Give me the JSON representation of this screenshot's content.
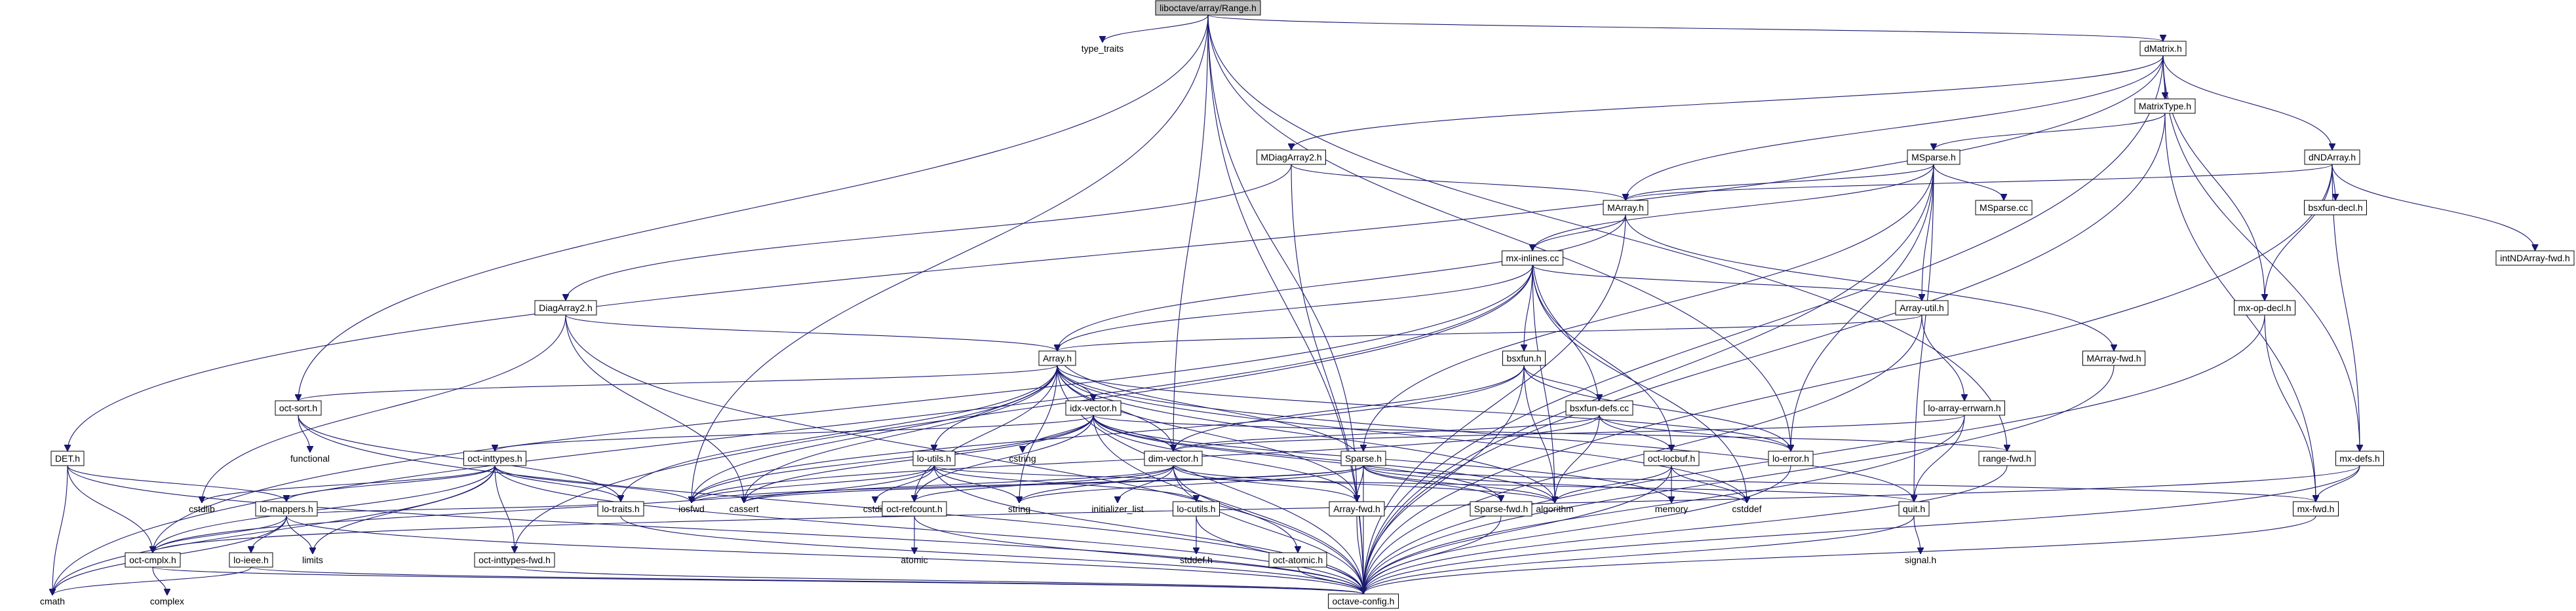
{
  "graph": {
    "root": "liboctave/array/Range.h",
    "colors": {
      "edge": "#191970",
      "box_border": "#000000",
      "root_fill": "#bfbfbf",
      "box_fill": "#ffffff"
    },
    "nodes": [
      {
        "id": "range_h",
        "label": "liboctave/array/Range.h",
        "boxed": true,
        "root": true
      },
      {
        "id": "type_traits",
        "label": "type_traits",
        "boxed": false
      },
      {
        "id": "dmatrix_h",
        "label": "dMatrix.h",
        "boxed": true
      },
      {
        "id": "matrixtype_h",
        "label": "MatrixType.h",
        "boxed": true
      },
      {
        "id": "mdiagarray2_h",
        "label": "MDiagArray2.h",
        "boxed": true
      },
      {
        "id": "msparse_h",
        "label": "MSparse.h",
        "boxed": true
      },
      {
        "id": "dndarray_h",
        "label": "dNDArray.h",
        "boxed": true
      },
      {
        "id": "marray_h",
        "label": "MArray.h",
        "boxed": true
      },
      {
        "id": "msparse_cc",
        "label": "MSparse.cc",
        "boxed": true
      },
      {
        "id": "bsxfun_decl_h",
        "label": "bsxfun-decl.h",
        "boxed": true
      },
      {
        "id": "mx_inlines_cc",
        "label": "mx-inlines.cc",
        "boxed": true
      },
      {
        "id": "intndarray_fwd_h",
        "label": "intNDArray-fwd.h",
        "boxed": true
      },
      {
        "id": "diagarray2_h",
        "label": "DiagArray2.h",
        "boxed": true
      },
      {
        "id": "array_util_h",
        "label": "Array-util.h",
        "boxed": true
      },
      {
        "id": "mx_op_decl_h",
        "label": "mx-op-decl.h",
        "boxed": true
      },
      {
        "id": "array_h",
        "label": "Array.h",
        "boxed": true
      },
      {
        "id": "bsxfun_h",
        "label": "bsxfun.h",
        "boxed": true
      },
      {
        "id": "marray_fwd_h",
        "label": "MArray-fwd.h",
        "boxed": true
      },
      {
        "id": "oct_sort_h",
        "label": "oct-sort.h",
        "boxed": true
      },
      {
        "id": "idx_vector_h",
        "label": "idx-vector.h",
        "boxed": true
      },
      {
        "id": "bsxfun_defs_cc",
        "label": "bsxfun-defs.cc",
        "boxed": true
      },
      {
        "id": "lo_array_errwarn_h",
        "label": "lo-array-errwarn.h",
        "boxed": true
      },
      {
        "id": "functional",
        "label": "functional",
        "boxed": false
      },
      {
        "id": "cstring",
        "label": "cstring",
        "boxed": false
      },
      {
        "id": "det_h",
        "label": "DET.h",
        "boxed": true
      },
      {
        "id": "oct_inttypes_h",
        "label": "oct-inttypes.h",
        "boxed": true
      },
      {
        "id": "lo_utils_h",
        "label": "lo-utils.h",
        "boxed": true
      },
      {
        "id": "dim_vector_h",
        "label": "dim-vector.h",
        "boxed": true
      },
      {
        "id": "sparse_h",
        "label": "Sparse.h",
        "boxed": true
      },
      {
        "id": "oct_locbuf_h",
        "label": "oct-locbuf.h",
        "boxed": true
      },
      {
        "id": "lo_error_h",
        "label": "lo-error.h",
        "boxed": true
      },
      {
        "id": "range_fwd_h",
        "label": "range-fwd.h",
        "boxed": true
      },
      {
        "id": "mx_defs_h",
        "label": "mx-defs.h",
        "boxed": true
      },
      {
        "id": "lo_mappers_h",
        "label": "lo-mappers.h",
        "boxed": true
      },
      {
        "id": "lo_traits_h",
        "label": "lo-traits.h",
        "boxed": true
      },
      {
        "id": "iosfwd",
        "label": "iosfwd",
        "boxed": false
      },
      {
        "id": "cassert",
        "label": "cassert",
        "boxed": false
      },
      {
        "id": "cstdio",
        "label": "cstdio",
        "boxed": false
      },
      {
        "id": "string",
        "label": "string",
        "boxed": false
      },
      {
        "id": "initializer_list",
        "label": "initializer_list",
        "boxed": false
      },
      {
        "id": "algorithm",
        "label": "algorithm",
        "boxed": false
      },
      {
        "id": "memory",
        "label": "memory",
        "boxed": false
      },
      {
        "id": "cstddef",
        "label": "cstddef",
        "boxed": false
      },
      {
        "id": "cstdlib",
        "label": "cstdlib",
        "boxed": false
      },
      {
        "id": "limits",
        "label": "limits",
        "boxed": false
      },
      {
        "id": "oct_refcount_h",
        "label": "oct-refcount.h",
        "boxed": true
      },
      {
        "id": "lo_cutils_h",
        "label": "lo-cutils.h",
        "boxed": true
      },
      {
        "id": "array_fwd_h",
        "label": "Array-fwd.h",
        "boxed": true
      },
      {
        "id": "sparse_fwd_h",
        "label": "Sparse-fwd.h",
        "boxed": true
      },
      {
        "id": "quit_h",
        "label": "quit.h",
        "boxed": true
      },
      {
        "id": "mx_fwd_h",
        "label": "mx-fwd.h",
        "boxed": true
      },
      {
        "id": "oct_cmplx_h",
        "label": "oct-cmplx.h",
        "boxed": true
      },
      {
        "id": "lo_ieee_h",
        "label": "lo-ieee.h",
        "boxed": true
      },
      {
        "id": "oct_inttypes_fwd_h",
        "label": "oct-inttypes-fwd.h",
        "boxed": true
      },
      {
        "id": "atomic",
        "label": "atomic",
        "boxed": false
      },
      {
        "id": "stddef_h",
        "label": "stddef.h",
        "boxed": false
      },
      {
        "id": "oct_atomic_h",
        "label": "oct-atomic.h",
        "boxed": true
      },
      {
        "id": "signal_h",
        "label": "signal.h",
        "boxed": false
      },
      {
        "id": "cmath",
        "label": "cmath",
        "boxed": false
      },
      {
        "id": "complex",
        "label": "complex",
        "boxed": false
      },
      {
        "id": "octave_config_h",
        "label": "octave-config.h",
        "boxed": true
      }
    ],
    "edges": [
      [
        "range_h",
        "type_traits"
      ],
      [
        "range_h",
        "dmatrix_h"
      ],
      [
        "range_h",
        "octave_config_h"
      ],
      [
        "range_h",
        "oct_sort_h"
      ],
      [
        "range_h",
        "iosfwd"
      ],
      [
        "range_h",
        "array_fwd_h"
      ],
      [
        "range_h",
        "dim_vector_h"
      ],
      [
        "range_h",
        "lo_error_h"
      ],
      [
        "range_h",
        "range_fwd_h"
      ],
      [
        "dmatrix_h",
        "matrixtype_h"
      ],
      [
        "dmatrix_h",
        "mdiagarray2_h"
      ],
      [
        "dmatrix_h",
        "dndarray_h"
      ],
      [
        "dmatrix_h",
        "marray_h"
      ],
      [
        "dmatrix_h",
        "mx_op_decl_h"
      ],
      [
        "dmatrix_h",
        "mx_defs_h"
      ],
      [
        "dmatrix_h",
        "det_h"
      ],
      [
        "dmatrix_h",
        "octave_config_h"
      ],
      [
        "matrixtype_h",
        "msparse_h"
      ],
      [
        "matrixtype_h",
        "mx_fwd_h"
      ],
      [
        "matrixtype_h",
        "octave_config_h"
      ],
      [
        "mdiagarray2_h",
        "diagarray2_h"
      ],
      [
        "mdiagarray2_h",
        "marray_h"
      ],
      [
        "mdiagarray2_h",
        "octave_config_h"
      ],
      [
        "msparse_h",
        "marray_h"
      ],
      [
        "msparse_h",
        "msparse_cc"
      ],
      [
        "msparse_h",
        "sparse_h"
      ],
      [
        "msparse_h",
        "array_util_h"
      ],
      [
        "msparse_h",
        "mx_inlines_cc"
      ],
      [
        "msparse_h",
        "quit_h"
      ],
      [
        "msparse_h",
        "lo_error_h"
      ],
      [
        "msparse_h",
        "octave_config_h"
      ],
      [
        "dndarray_h",
        "marray_h"
      ],
      [
        "dndarray_h",
        "bsxfun_decl_h"
      ],
      [
        "dndarray_h",
        "intndarray_fwd_h"
      ],
      [
        "dndarray_h",
        "mx_op_decl_h"
      ],
      [
        "dndarray_h",
        "mx_defs_h"
      ],
      [
        "dndarray_h",
        "octave_config_h"
      ],
      [
        "marray_h",
        "array_h"
      ],
      [
        "marray_h",
        "mx_inlines_cc"
      ],
      [
        "marray_h",
        "marray_fwd_h"
      ],
      [
        "marray_h",
        "octave_config_h"
      ],
      [
        "mx_inlines_cc",
        "array_util_h"
      ],
      [
        "mx_inlines_cc",
        "array_h"
      ],
      [
        "mx_inlines_cc",
        "bsxfun_h"
      ],
      [
        "mx_inlines_cc",
        "oct_locbuf_h"
      ],
      [
        "mx_inlines_cc",
        "oct_inttypes_fwd_h"
      ],
      [
        "mx_inlines_cc",
        "oct_cmplx_h"
      ],
      [
        "mx_inlines_cc",
        "cmath"
      ],
      [
        "mx_inlines_cc",
        "algorithm"
      ],
      [
        "mx_inlines_cc",
        "cstddef"
      ],
      [
        "diagarray2_h",
        "array_h"
      ],
      [
        "diagarray2_h",
        "cassert"
      ],
      [
        "diagarray2_h",
        "cstdlib"
      ],
      [
        "diagarray2_h",
        "octave_config_h"
      ],
      [
        "array_util_h",
        "array_h"
      ],
      [
        "array_util_h",
        "lo_array_errwarn_h"
      ],
      [
        "array_util_h",
        "octave_config_h"
      ],
      [
        "mx_op_decl_h",
        "mx_fwd_h"
      ],
      [
        "mx_op_decl_h",
        "octave_config_h"
      ],
      [
        "array_h",
        "oct_sort_h"
      ],
      [
        "array_h",
        "idx_vector_h"
      ],
      [
        "array_h",
        "dim_vector_h"
      ],
      [
        "array_h",
        "lo_traits_h"
      ],
      [
        "array_h",
        "lo_utils_h"
      ],
      [
        "array_h",
        "oct_refcount_h"
      ],
      [
        "array_h",
        "array_fwd_h"
      ],
      [
        "array_h",
        "lo_error_h"
      ],
      [
        "array_h",
        "quit_h"
      ],
      [
        "array_h",
        "iosfwd"
      ],
      [
        "array_h",
        "cassert"
      ],
      [
        "array_h",
        "string"
      ],
      [
        "array_h",
        "algorithm"
      ],
      [
        "array_h",
        "cstddef"
      ],
      [
        "array_h",
        "octave_config_h"
      ],
      [
        "bsxfun_h",
        "bsxfun_defs_cc"
      ],
      [
        "bsxfun_h",
        "dim_vector_h"
      ],
      [
        "bsxfun_h",
        "lo_error_h"
      ],
      [
        "bsxfun_h",
        "algorithm"
      ],
      [
        "bsxfun_h",
        "iosfwd"
      ],
      [
        "bsxfun_h",
        "octave_config_h"
      ],
      [
        "bsxfun_defs_cc",
        "mx_inlines_cc"
      ],
      [
        "bsxfun_defs_cc",
        "oct_locbuf_h"
      ],
      [
        "bsxfun_defs_cc",
        "dim_vector_h"
      ],
      [
        "bsxfun_defs_cc",
        "lo_error_h"
      ],
      [
        "bsxfun_defs_cc",
        "algorithm"
      ],
      [
        "bsxfun_defs_cc",
        "iosfwd"
      ],
      [
        "marray_fwd_h",
        "octave_config_h"
      ],
      [
        "oct_sort_h",
        "functional"
      ],
      [
        "oct_sort_h",
        "lo_traits_h"
      ],
      [
        "oct_sort_h",
        "octave_config_h"
      ],
      [
        "idx_vector_h",
        "cstring"
      ],
      [
        "idx_vector_h",
        "dim_vector_h"
      ],
      [
        "idx_vector_h",
        "oct_inttypes_h"
      ],
      [
        "idx_vector_h",
        "oct_refcount_h"
      ],
      [
        "idx_vector_h",
        "sparse_fwd_h"
      ],
      [
        "idx_vector_h",
        "range_fwd_h"
      ],
      [
        "idx_vector_h",
        "array_fwd_h"
      ],
      [
        "idx_vector_h",
        "cassert"
      ],
      [
        "idx_vector_h",
        "algorithm"
      ],
      [
        "idx_vector_h",
        "iosfwd"
      ],
      [
        "idx_vector_h",
        "memory"
      ],
      [
        "idx_vector_h",
        "octave_config_h"
      ],
      [
        "lo_array_errwarn_h",
        "dim_vector_h"
      ],
      [
        "lo_array_errwarn_h",
        "quit_h"
      ],
      [
        "lo_array_errwarn_h",
        "octave_config_h"
      ],
      [
        "det_h",
        "oct_cmplx_h"
      ],
      [
        "det_h",
        "lo_mappers_h"
      ],
      [
        "det_h",
        "cmath"
      ],
      [
        "det_h",
        "octave_config_h"
      ],
      [
        "oct_inttypes_h",
        "lo_mappers_h"
      ],
      [
        "oct_inttypes_h",
        "lo_traits_h"
      ],
      [
        "oct_inttypes_h",
        "oct_inttypes_fwd_h"
      ],
      [
        "oct_inttypes_h",
        "cstdlib"
      ],
      [
        "oct_inttypes_h",
        "cmath"
      ],
      [
        "oct_inttypes_h",
        "limits"
      ],
      [
        "oct_inttypes_h",
        "iosfwd"
      ],
      [
        "oct_inttypes_h",
        "oct_cmplx_h"
      ],
      [
        "oct_inttypes_h",
        "octave_config_h"
      ],
      [
        "lo_utils_h",
        "lo_cutils_h"
      ],
      [
        "lo_utils_h",
        "quit_h"
      ],
      [
        "lo_utils_h",
        "oct_cmplx_h"
      ],
      [
        "lo_utils_h",
        "cstdio"
      ],
      [
        "lo_utils_h",
        "iosfwd"
      ],
      [
        "lo_utils_h",
        "string"
      ],
      [
        "lo_utils_h",
        "octave_config_h"
      ],
      [
        "dim_vector_h",
        "oct_atomic_h"
      ],
      [
        "dim_vector_h",
        "oct_refcount_h"
      ],
      [
        "dim_vector_h",
        "array_fwd_h"
      ],
      [
        "dim_vector_h",
        "cassert"
      ],
      [
        "dim_vector_h",
        "initializer_list"
      ],
      [
        "dim_vector_h",
        "string"
      ],
      [
        "dim_vector_h",
        "algorithm"
      ],
      [
        "dim_vector_h",
        "octave_config_h"
      ],
      [
        "sparse_h",
        "array_h"
      ],
      [
        "sparse_h",
        "mx_fwd_h"
      ],
      [
        "sparse_h",
        "sparse_fwd_h"
      ],
      [
        "sparse_h",
        "array_fwd_h"
      ],
      [
        "sparse_h",
        "cassert"
      ],
      [
        "sparse_h",
        "string"
      ],
      [
        "sparse_h",
        "algorithm"
      ],
      [
        "sparse_h",
        "iosfwd"
      ],
      [
        "sparse_h",
        "cstddef"
      ],
      [
        "sparse_h",
        "octave_config_h"
      ],
      [
        "oct_locbuf_h",
        "algorithm"
      ],
      [
        "oct_locbuf_h",
        "memory"
      ],
      [
        "oct_locbuf_h",
        "cstddef"
      ],
      [
        "oct_locbuf_h",
        "octave_config_h"
      ],
      [
        "lo_error_h",
        "octave_config_h"
      ],
      [
        "range_fwd_h",
        "octave_config_h"
      ],
      [
        "mx_defs_h",
        "mx_fwd_h"
      ],
      [
        "mx_defs_h",
        "octave_config_h"
      ],
      [
        "mx_defs_h",
        "oct_cmplx_h"
      ],
      [
        "lo_mappers_h",
        "lo_ieee_h"
      ],
      [
        "lo_mappers_h",
        "oct_cmplx_h"
      ],
      [
        "lo_mappers_h",
        "lo_traits_h"
      ],
      [
        "lo_mappers_h",
        "cmath"
      ],
      [
        "lo_mappers_h",
        "limits"
      ],
      [
        "lo_mappers_h",
        "octave_config_h"
      ],
      [
        "lo_traits_h",
        "octave_config_h"
      ],
      [
        "oct_refcount_h",
        "atomic"
      ],
      [
        "oct_refcount_h",
        "octave_config_h"
      ],
      [
        "lo_cutils_h",
        "stddef_h"
      ],
      [
        "lo_cutils_h",
        "octave_config_h"
      ],
      [
        "array_fwd_h",
        "octave_config_h"
      ],
      [
        "sparse_fwd_h",
        "octave_config_h"
      ],
      [
        "quit_h",
        "signal_h"
      ],
      [
        "quit_h",
        "octave_config_h"
      ],
      [
        "mx_fwd_h",
        "octave_config_h"
      ],
      [
        "oct_cmplx_h",
        "complex"
      ],
      [
        "oct_cmplx_h",
        "octave_config_h"
      ],
      [
        "lo_ieee_h",
        "cmath"
      ],
      [
        "lo_ieee_h",
        "octave_config_h"
      ],
      [
        "oct_inttypes_fwd_h",
        "octave_config_h"
      ],
      [
        "oct_atomic_h",
        "octave_config_h"
      ]
    ]
  }
}
